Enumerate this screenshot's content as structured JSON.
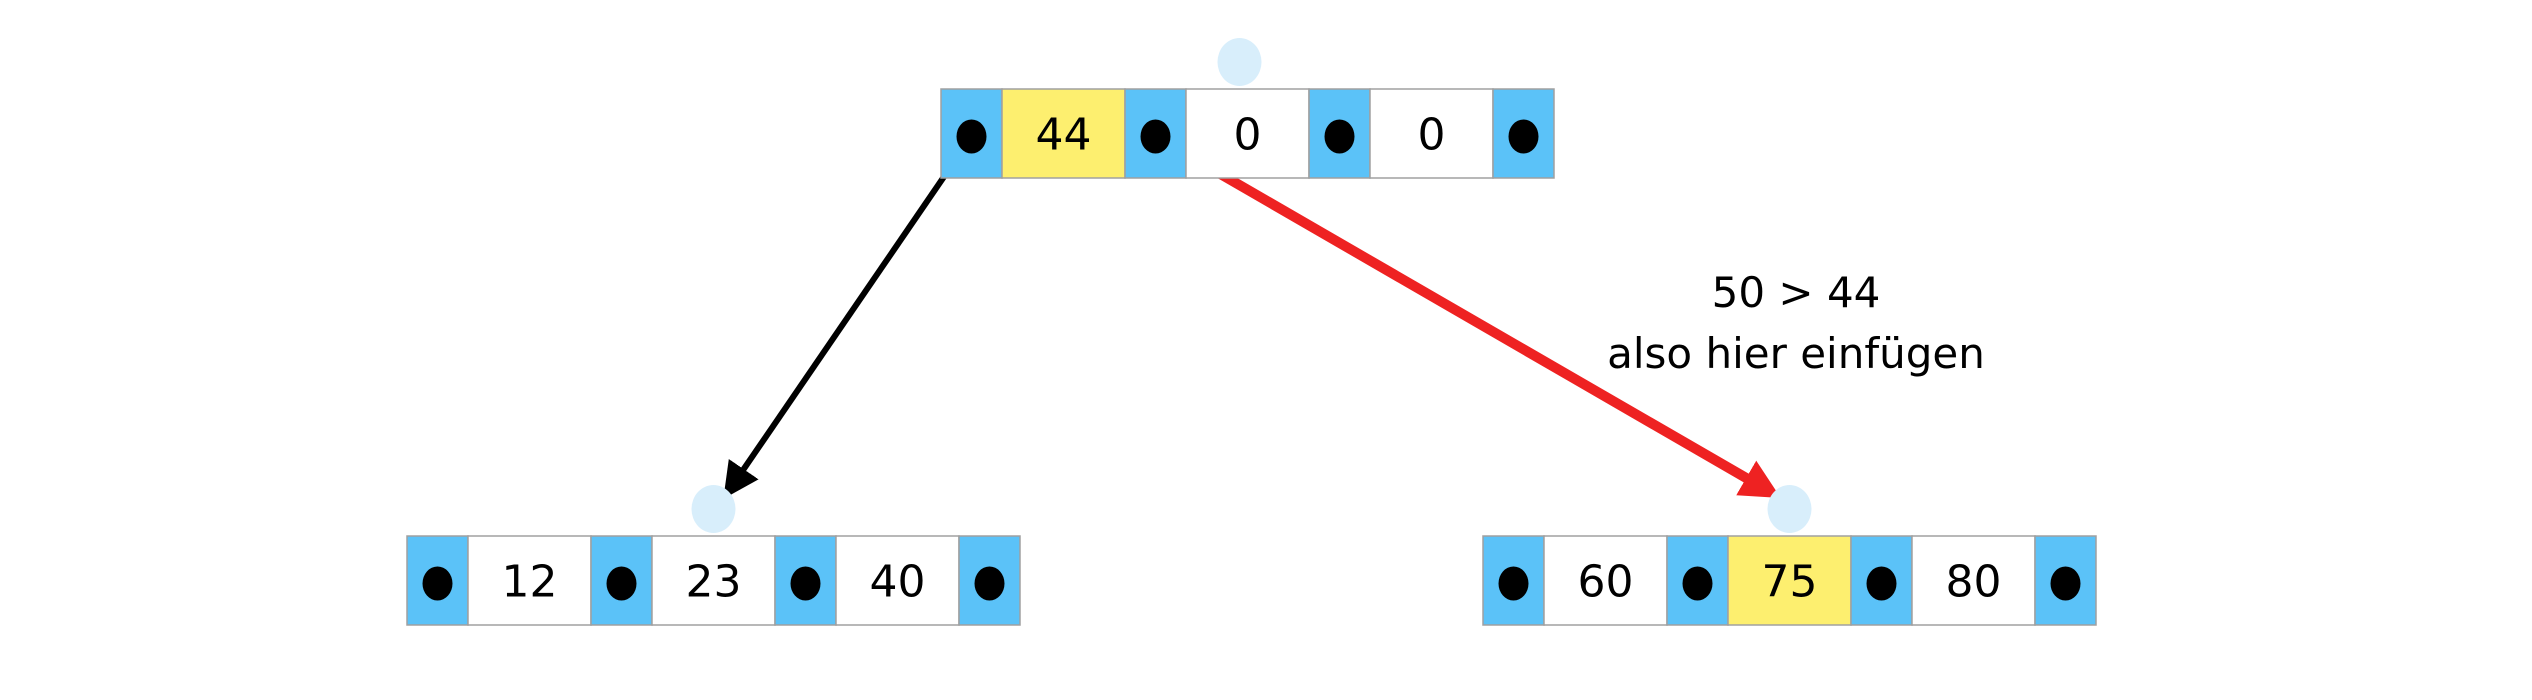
{
  "colors": {
    "pointer_cell": "#5bc2f8",
    "key_cell": "#ffffff",
    "highlight_cell": "#fdef6f",
    "insert_marker": "#d8eefb",
    "cell_border": "#a0a0a0",
    "pointer_dot": "#000000",
    "search_arrow": "#000000",
    "insert_arrow": "#ee2222"
  },
  "nodes": [
    {
      "id": "root",
      "keys": [
        "44",
        "0",
        "0"
      ],
      "highlight": 0
    },
    {
      "id": "left-child",
      "keys": [
        "12",
        "23",
        "40"
      ],
      "highlight": null
    },
    {
      "id": "right-child",
      "keys": [
        "60",
        "75",
        "80"
      ],
      "highlight": 1
    }
  ],
  "edges": [
    {
      "from": "root",
      "pointer": 0,
      "to": "left-child",
      "style": "search_arrow"
    },
    {
      "from": "root",
      "pointer": 1,
      "to": "right-child",
      "style": "insert_arrow"
    }
  ],
  "annotation": {
    "line1": "50 > 44",
    "line2": "also hier einfügen"
  }
}
